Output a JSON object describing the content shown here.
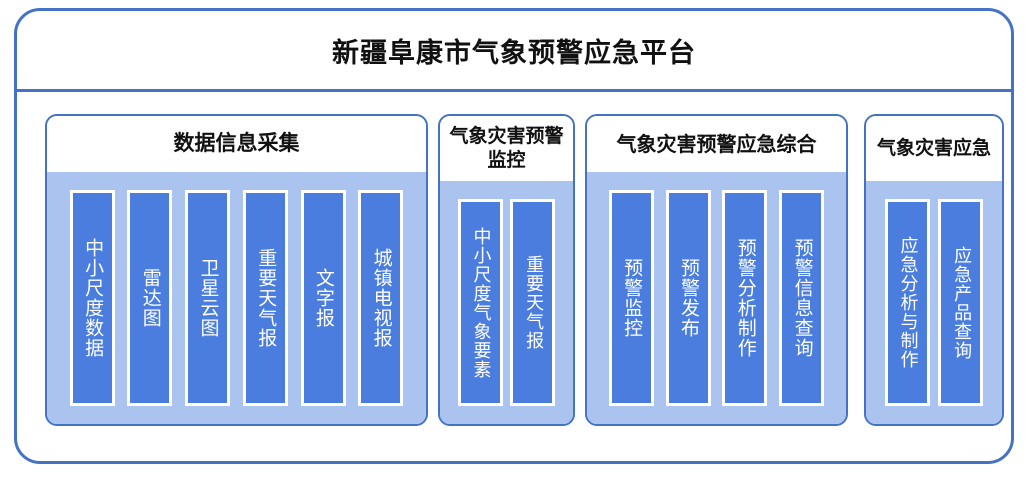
{
  "platform": {
    "title": "新疆阜康市气象预警应急平台",
    "frame_border_color": "#4472c4",
    "group_body_color": "#aac4ef",
    "item_color": "#4a7ddd",
    "item_text_color": "#ffffff"
  },
  "groups": [
    {
      "title": "数据信息采集",
      "items": [
        {
          "label": "中小尺度数据"
        },
        {
          "label": "雷达图"
        },
        {
          "label": "卫星云图"
        },
        {
          "label": "重要天气报"
        },
        {
          "label": "文字报"
        },
        {
          "label": "城镇电视报"
        }
      ]
    },
    {
      "title": "气象灾害预警监控",
      "items": [
        {
          "label": "中小尺度气象要素"
        },
        {
          "label": "重要天气报"
        }
      ]
    },
    {
      "title": "气象灾害预警应急综合",
      "items": [
        {
          "label": "预警监控"
        },
        {
          "label": "预警发布"
        },
        {
          "label": "预警分析制作"
        },
        {
          "label": "预警信息查询"
        }
      ]
    },
    {
      "title": "气象灾害应急",
      "items": [
        {
          "label": "应急分析与制作"
        },
        {
          "label": "应急产品查询"
        }
      ]
    }
  ]
}
